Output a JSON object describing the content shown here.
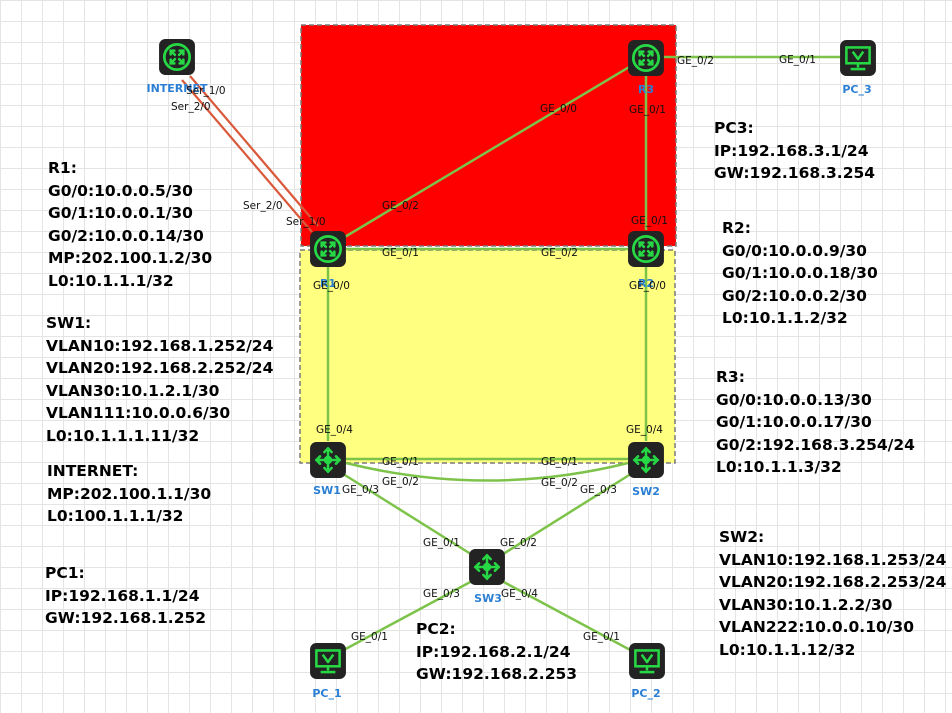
{
  "areas": {
    "top": {
      "fill": "#ff0000"
    },
    "bottom": {
      "fill": "#ffff80"
    }
  },
  "devices": {
    "internet": {
      "label": "INTERNET",
      "type": "router"
    },
    "r1": {
      "label": "R1",
      "type": "router"
    },
    "r2": {
      "label": "R2",
      "type": "router"
    },
    "r3": {
      "label": "R3",
      "type": "router"
    },
    "sw1": {
      "label": "SW1",
      "type": "switch"
    },
    "sw2": {
      "label": "SW2",
      "type": "switch"
    },
    "sw3": {
      "label": "SW3",
      "type": "switch"
    },
    "pc1": {
      "label": "PC_1",
      "type": "pc"
    },
    "pc2": {
      "label": "PC_2",
      "type": "pc"
    },
    "pc3": {
      "label": "PC_3",
      "type": "pc"
    }
  },
  "ports": {
    "inet_ser10": "Ser_1/0",
    "inet_ser20": "Ser_2/0",
    "r1_ser20": "Ser_2/0",
    "r1_ser10": "Ser_1/0",
    "r1_ge02": "GE_0/2",
    "r1_ge01": "GE_0/1",
    "r1_ge00": "GE_0/0",
    "r3_ge00": "GE_0/0",
    "r3_ge01": "GE_0/1",
    "r3_ge02": "GE_0/2",
    "pc3_ge01": "GE_0/1",
    "r2_ge01": "GE_0/1",
    "r2_ge02": "GE_0/2",
    "r2_ge00": "GE_0/0",
    "sw1_ge04": "GE_0/4",
    "sw1_ge01": "GE_0/1",
    "sw1_ge02": "GE_0/2",
    "sw1_ge03": "GE_0/3",
    "sw2_ge04": "GE_0/4",
    "sw2_ge01": "GE_0/1",
    "sw2_ge02": "GE_0/2",
    "sw2_ge03": "GE_0/3",
    "sw3_ge01": "GE_0/1",
    "sw3_ge02": "GE_0/2",
    "sw3_ge03": "GE_0/3",
    "sw3_ge04": "GE_0/4",
    "pc1_ge01": "GE_0/1",
    "pc2_ge01": "GE_0/1"
  },
  "colors": {
    "ethernet_link": "#7dc34a",
    "serial_link": "#d9593a",
    "device_label": "#2a7fd4"
  },
  "info": {
    "r1": [
      "R1:",
      "G0/0:10.0.0.5/30",
      "G0/1:10.0.0.1/30",
      "G0/2:10.0.0.14/30",
      "MP:202.100.1.2/30",
      "L0:10.1.1.1/32"
    ],
    "sw1": [
      "SW1:",
      "VLAN10:192.168.1.252/24",
      "VLAN20:192.168.2.252/24",
      "VLAN30:10.1.2.1/30",
      "VLAN111:10.0.0.6/30",
      "L0:10.1.1.1.11/32"
    ],
    "internet": [
      "INTERNET:",
      "MP:202.100.1.1/30",
      "L0:100.1.1.1/32"
    ],
    "pc1": [
      "PC1:",
      "IP:192.168.1.1/24",
      "GW:192.168.1.252"
    ],
    "pc2": [
      "PC2:",
      "IP:192.168.2.1/24",
      "GW:192.168.2.253"
    ],
    "pc3": [
      "PC3:",
      "IP:192.168.3.1/24",
      "GW:192.168.3.254"
    ],
    "r2": [
      "R2:",
      "G0/0:10.0.0.9/30",
      "G0/1:10.0.0.18/30",
      "G0/2:10.0.0.2/30",
      "L0:10.1.1.2/32"
    ],
    "r3": [
      "R3:",
      "G0/0:10.0.0.13/30",
      "G0/1:10.0.0.17/30",
      "G0/2:192.168.3.254/24",
      "L0:10.1.1.3/32"
    ],
    "sw2": [
      "SW2:",
      "VLAN10:192.168.1.253/24",
      "VLAN20:192.168.2.253/24",
      "VLAN30:10.1.2.2/30",
      "VLAN222:10.0.0.10/30",
      "L0:10.1.1.12/32"
    ]
  }
}
